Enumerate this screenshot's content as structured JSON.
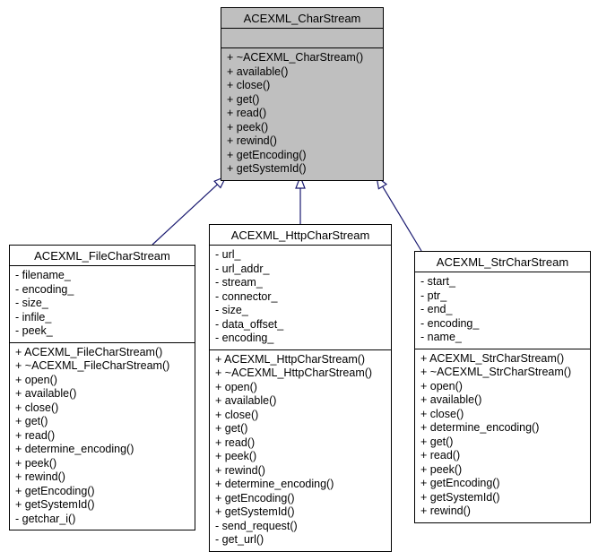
{
  "diagram": {
    "type": "uml-class-inheritance",
    "colors": {
      "arrow": "#191970",
      "base_fill": "#bfbfbf",
      "derived_fill": "#ffffff",
      "border": "#000000",
      "background": "#ffffff",
      "text": "#000000"
    }
  },
  "classes": [
    {
      "title": "ACEXML_CharStream",
      "attributes": [],
      "methods": [
        "+ ~ACEXML_CharStream()",
        "+ available()",
        "+ close()",
        "+ get()",
        "+ read()",
        "+ peek()",
        "+ rewind()",
        "+ getEncoding()",
        "+ getSystemId()"
      ]
    },
    {
      "title": "ACEXML_FileCharStream",
      "attributes": [
        "- filename_",
        "- encoding_",
        "- size_",
        "- infile_",
        "- peek_"
      ],
      "methods": [
        "+ ACEXML_FileCharStream()",
        "+ ~ACEXML_FileCharStream()",
        "+ open()",
        "+ available()",
        "+ close()",
        "+ get()",
        "+ read()",
        "+ determine_encoding()",
        "+ peek()",
        "+ rewind()",
        "+ getEncoding()",
        "+ getSystemId()",
        "- getchar_i()"
      ]
    },
    {
      "title": "ACEXML_HttpCharStream",
      "attributes": [
        "- url_",
        "- url_addr_",
        "- stream_",
        "- connector_",
        "- size_",
        "- data_offset_",
        "- encoding_"
      ],
      "methods": [
        "+ ACEXML_HttpCharStream()",
        "+ ~ACEXML_HttpCharStream()",
        "+ open()",
        "+ available()",
        "+ close()",
        "+ get()",
        "+ read()",
        "+ peek()",
        "+ rewind()",
        "+ determine_encoding()",
        "+ getEncoding()",
        "+ getSystemId()",
        "- send_request()",
        "- get_url()"
      ]
    },
    {
      "title": "ACEXML_StrCharStream",
      "attributes": [
        "- start_",
        "- ptr_",
        "- end_",
        "- encoding_",
        "- name_"
      ],
      "methods": [
        "+ ACEXML_StrCharStream()",
        "+ ~ACEXML_StrCharStream()",
        "+ open()",
        "+ available()",
        "+ close()",
        "+ determine_encoding()",
        "+ get()",
        "+ read()",
        "+ peek()",
        "+ getEncoding()",
        "+ getSystemId()",
        "+ rewind()"
      ]
    }
  ],
  "edges": [
    {
      "from": "ACEXML_FileCharStream",
      "to": "ACEXML_CharStream",
      "type": "inheritance"
    },
    {
      "from": "ACEXML_HttpCharStream",
      "to": "ACEXML_CharStream",
      "type": "inheritance"
    },
    {
      "from": "ACEXML_StrCharStream",
      "to": "ACEXML_CharStream",
      "type": "inheritance"
    }
  ]
}
